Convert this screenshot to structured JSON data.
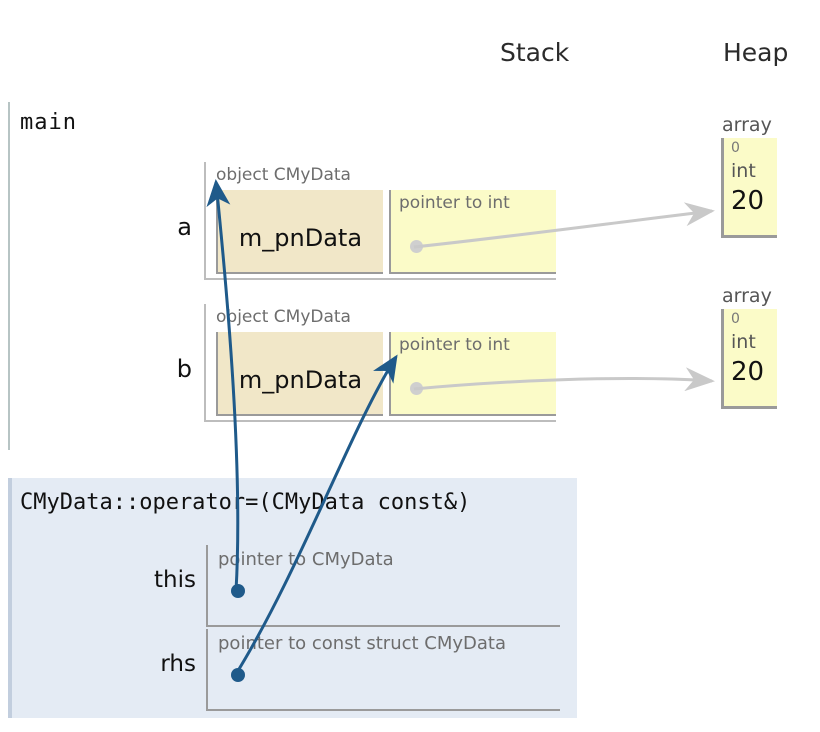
{
  "headers": {
    "stack": "Stack",
    "heap": "Heap"
  },
  "main_frame": {
    "label": "main"
  },
  "variables": [
    {
      "name": "a",
      "object_title": "object CMyData",
      "member_name": "m_pnData",
      "pointer_type": "pointer to int",
      "heap": {
        "title": "array",
        "index": "0",
        "type": "int",
        "value": "20"
      }
    },
    {
      "name": "b",
      "object_title": "object CMyData",
      "member_name": "m_pnData",
      "pointer_type": "pointer to int",
      "heap": {
        "title": "array",
        "index": "0",
        "type": "int",
        "value": "20"
      }
    }
  ],
  "function_frame": {
    "title": "CMyData::operator=(CMyData const&)",
    "rows": [
      {
        "label": "this",
        "type": "pointer to CMyData"
      },
      {
        "label": "rhs",
        "type": "pointer to const struct CMyData"
      }
    ]
  },
  "colors": {
    "member_cell": "#f1e7c8",
    "pointer_cell": "#fbfbc8",
    "frame_background": "#e4ebf4",
    "pointer_arrow": "#1f5a8a",
    "heap_arrow": "#c9c9c9",
    "rule": "#b7c4c4"
  }
}
